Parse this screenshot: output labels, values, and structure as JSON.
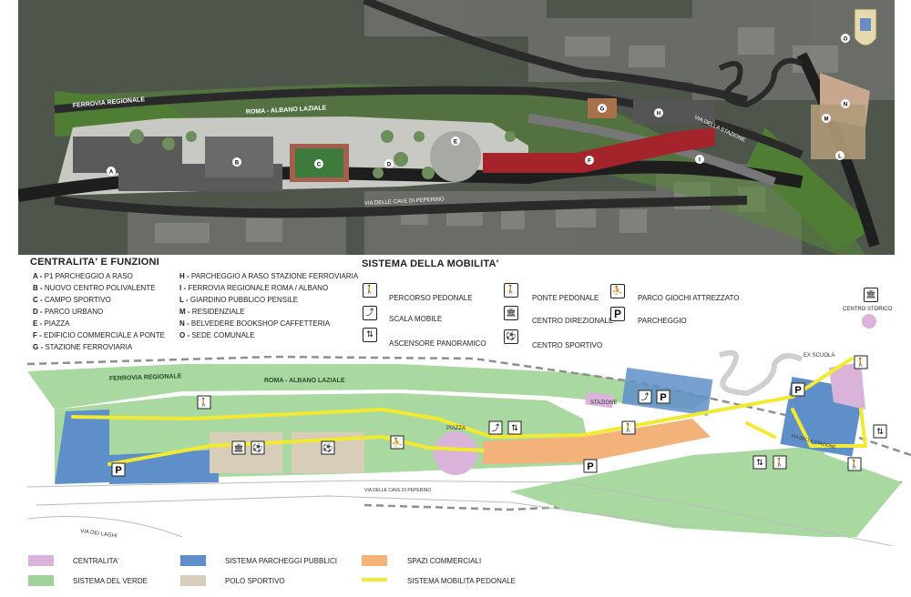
{
  "aerial": {
    "road_labels": [
      "FERROVIA REGIONALE",
      "ROMA - ALBANO LAZIALE",
      "VIA DELLE CAVE DI PEPERINO",
      "VIA DELLA STAZIONE"
    ],
    "markers": [
      "A",
      "B",
      "C",
      "D",
      "E",
      "F",
      "G",
      "H",
      "I",
      "L",
      "M",
      "N",
      "O"
    ]
  },
  "functions": {
    "title": "CENTRALITA' E FUNZIONI",
    "items": [
      {
        "code": "A -",
        "label": "P1 PARCHEGGIO  A RASO"
      },
      {
        "code": "B -",
        "label": "NUOVO CENTRO POLIVALENTE"
      },
      {
        "code": "C -",
        "label": "CAMPO SPORTIVO"
      },
      {
        "code": "D -",
        "label": "PARCO URBANO"
      },
      {
        "code": "E -",
        "label": "PIAZZA"
      },
      {
        "code": "F -",
        "label": "EDIFICIO COMMERCIALE A PONTE"
      },
      {
        "code": "G -",
        "label": "STAZIONE FERROVIARIA"
      },
      {
        "code": "H -",
        "label": "PARCHEGGIO A RASO STAZIONE FERROVIARIA"
      },
      {
        "code": "I -",
        "label": "FERROVIA REGIONALE  ROMA / ALBANO"
      },
      {
        "code": "L -",
        "label": "GIARDINO PUBBLICO PENSILE"
      },
      {
        "code": "M -",
        "label": "RESIDENZIALE"
      },
      {
        "code": "N -",
        "label": "BELVEDERE BOOKSHOP CAFFETTERIA"
      },
      {
        "code": "O -",
        "label": "SEDE COMUNALE"
      }
    ]
  },
  "mobility": {
    "title": "SISTEMA DELLA MOBILITA'",
    "items": [
      {
        "icon": "pedestrian-path-icon",
        "glyph": "🚶",
        "label": "PERCORSO PEDONALE"
      },
      {
        "icon": "escalator-icon",
        "glyph": "⤴",
        "label": "SCALA MOBILE"
      },
      {
        "icon": "panoramic-elevator-icon",
        "glyph": "⇅",
        "label": "ASCENSORE PANORAMICO"
      },
      {
        "icon": "pedestrian-bridge-icon",
        "glyph": "🚶",
        "label": "PONTE PEDONALE"
      },
      {
        "icon": "directional-center-icon",
        "glyph": "🏛",
        "label": "CENTRO DIREZIONALE"
      },
      {
        "icon": "sports-center-icon",
        "glyph": "⚽",
        "label": "CENTRO SPORTIVO"
      },
      {
        "icon": "playground-icon",
        "glyph": "⛹",
        "label": "PARCO GIOCHI ATTREZZATO"
      },
      {
        "icon": "parking-icon",
        "glyph": "P",
        "label": "PARCHEGGIO"
      }
    ]
  },
  "plan": {
    "labels": [
      "FERROVIA REGIONALE",
      "ROMA - ALBANO LAZIALE",
      "PIAZZA",
      "STAZIONE",
      "EX SCUOLA",
      "CENTRO STORICO",
      "VIA DELLE CAVE DI PEPERINO",
      "VIA DEI LAGHI",
      "VIA DELLA STAZIONE"
    ]
  },
  "legend": [
    {
      "label": "CENTRALITA'",
      "color": "#d9b3d9"
    },
    {
      "label": "SISTEMA DEL VERDE",
      "color": "#9fd39a"
    },
    {
      "label": "SISTEMA PARCHEGGI PUBBLICI",
      "color": "#5f8fc9"
    },
    {
      "label": "POLO SPORTIVO",
      "color": "#d8cdb8"
    },
    {
      "label": "SPAZI COMMERCIALI",
      "color": "#f3b27a"
    },
    {
      "label": "SISTEMA MOBILITA PEDONALE",
      "color": "#f2ea32"
    }
  ]
}
